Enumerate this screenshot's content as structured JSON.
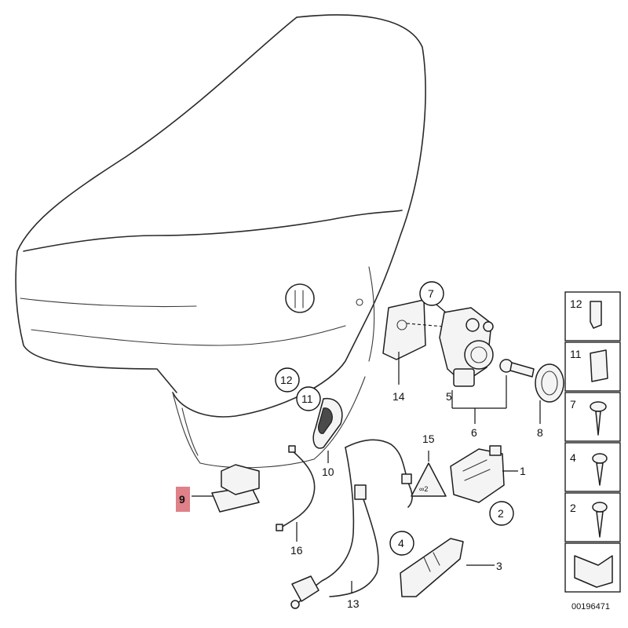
{
  "callouts": {
    "c1": "1",
    "c2": "2",
    "c3": "3",
    "c4": "4",
    "c5": "5",
    "c6": "6",
    "c7": "7",
    "c8": "8",
    "c9": "9",
    "c10": "10",
    "c11": "11",
    "c12": "12",
    "c13": "13",
    "c14": "14",
    "c15": "15",
    "c16": "16"
  },
  "legend": [
    "12",
    "11",
    "7",
    "4",
    "2"
  ],
  "reference": "00196471",
  "colors": {
    "highlight": "#e08088",
    "line": "#2a2a2a",
    "background": "#ffffff"
  }
}
